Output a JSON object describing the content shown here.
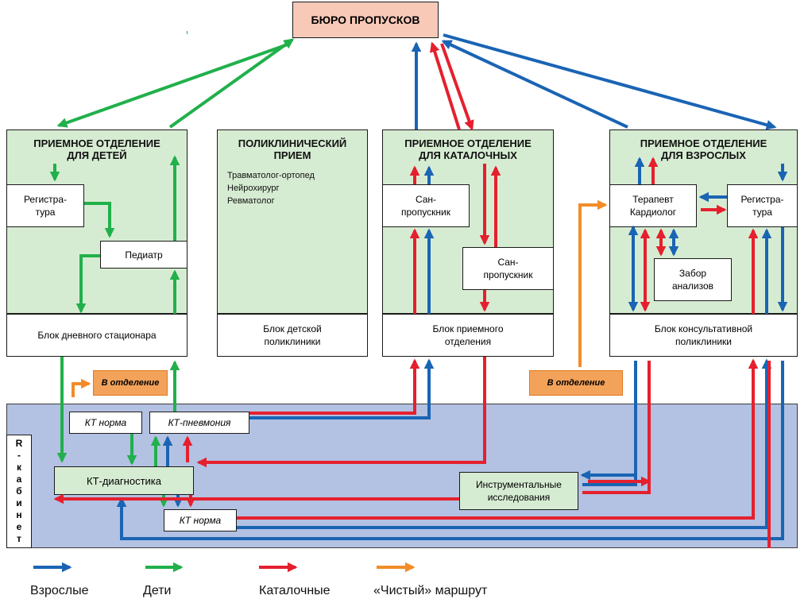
{
  "bureau": "БЮРО ПРОПУСКОВ",
  "children": {
    "title_1": "ПРИЕМНОЕ ОТДЕЛЕНИЕ",
    "title_2": "ДЛЯ ДЕТЕЙ",
    "registry_1": "Регистра-",
    "registry_2": "тура",
    "pediatrician": "Педиатр",
    "day_block": "Блок дневного стационара"
  },
  "polyclinic": {
    "title_1": "ПОЛИКЛИНИЧЕСКИЙ",
    "title_2": "ПРИЕМ",
    "spec_1": "Травматолог-ортопед",
    "spec_2": "Нейрохирург",
    "spec_3": "Ревматолог",
    "block_1": "Блок детской",
    "block_2": "поликлиники"
  },
  "gurney": {
    "title_1": "ПРИЕМНОЕ ОТДЕЛЕНИЕ",
    "title_2": "ДЛЯ КАТАЛОЧНЫХ",
    "san1_1": "Сан-",
    "san1_2": "пропускник",
    "san2_1": "Сан-",
    "san2_2": "пропускник",
    "block_1": "Блок приемного",
    "block_2": "отделения"
  },
  "adults": {
    "title_1": "ПРИЕМНОЕ ОТДЕЛЕНИЕ",
    "title_2": "ДЛЯ ВЗРОСЛЫХ",
    "therapist_1": "Терапевт",
    "therapist_2": "Кардиолог",
    "registry_1": "Регистра-",
    "registry_2": "тура",
    "lab_1": "Забор",
    "lab_2": "анализов",
    "block_1": "Блок  консультативной",
    "block_2": "поликлиники"
  },
  "to_ward": "В отделение",
  "ct": {
    "norm_top": "КТ норма",
    "pneumonia": "КТ-пневмония",
    "diagnostics": "КТ-диагностика",
    "norm_bottom": "КТ норма",
    "instrumental_1": "Инструментальные",
    "instrumental_2": "исследования",
    "r_cabinet": [
      "R",
      "-",
      "к",
      "а",
      "б",
      "и",
      "н",
      "е",
      "т"
    ]
  },
  "legend": {
    "adults": "Взрослые",
    "children": "Дети",
    "gurney": "Каталочные",
    "clean": "«Чистый» маршрут"
  },
  "colors": {
    "blue": "#1a64b4",
    "green": "#21b04b",
    "red": "#e5202e",
    "orange": "#f28c28",
    "dept_fill": "#d6ecd2",
    "ct_zone": "#b3c1e2",
    "bureau_fill": "#f8c9b7"
  }
}
